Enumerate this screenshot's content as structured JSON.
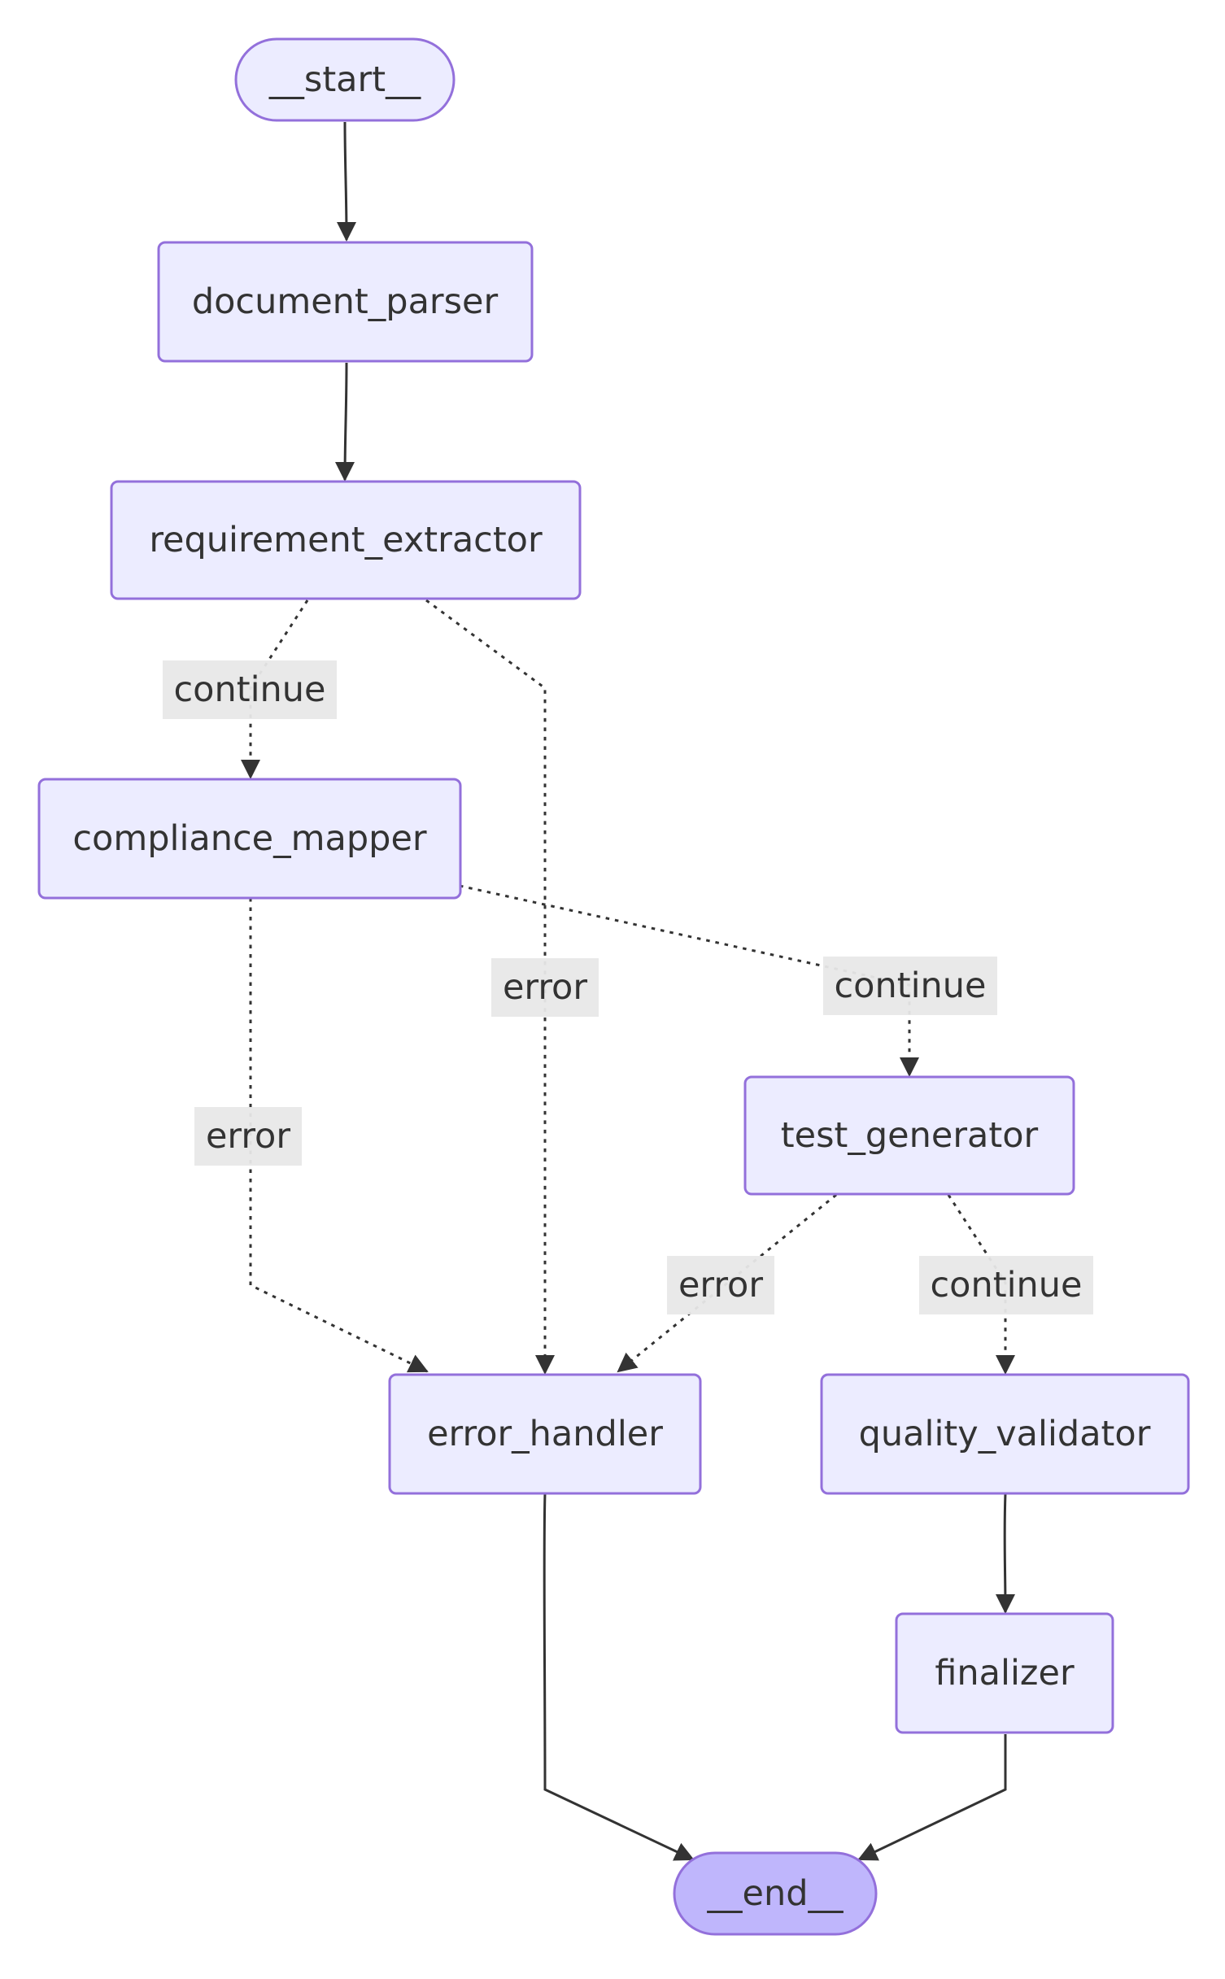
{
  "nodes": {
    "start": "__start__",
    "document_parser": "document_parser",
    "requirement_extractor": "requirement_extractor",
    "compliance_mapper": "compliance_mapper",
    "test_generator": "test_generator",
    "error_handler": "error_handler",
    "quality_validator": "quality_validator",
    "finalizer": "finalizer",
    "end": "__end__"
  },
  "edge_labels": {
    "req_continue": "continue",
    "req_error": "error",
    "comp_continue": "continue",
    "comp_error": "error",
    "test_error": "error",
    "test_continue": "continue"
  },
  "colors": {
    "node_fill": "#ECECFF",
    "node_stroke": "#9370DB",
    "end_fill": "#BFB6FC",
    "edge": "#333333",
    "label_bg": "#E8E8E8"
  }
}
